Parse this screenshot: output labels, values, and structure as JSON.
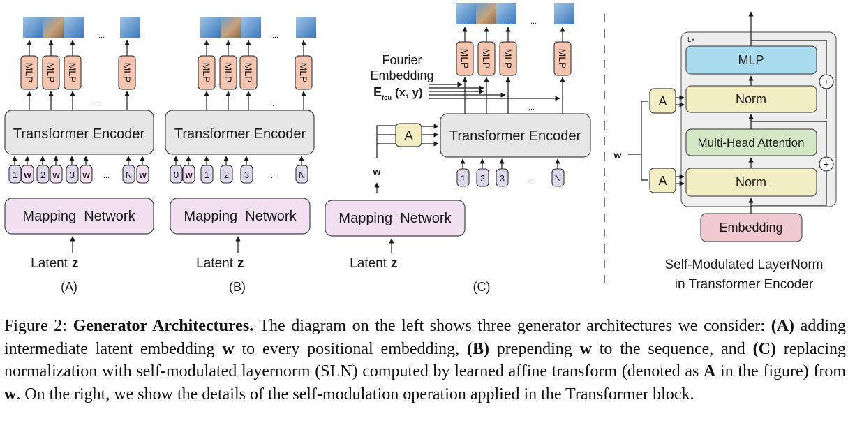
{
  "panels": [
    {
      "label": "(A)",
      "transformer": "Transformer Encoder",
      "mapping": "Mapping  Network",
      "latent": "Latent",
      "latent_var": "z",
      "mlp": "MLP",
      "tokens": [
        "1",
        "w",
        "2",
        "w",
        "3",
        "w",
        "N",
        "w"
      ]
    },
    {
      "label": "(B)",
      "transformer": "Transformer Encoder",
      "mapping": "Mapping  Network",
      "latent": "Latent",
      "latent_var": "z",
      "mlp": "MLP",
      "tokens": [
        "0",
        "w",
        "1",
        "2",
        "3",
        "N"
      ]
    },
    {
      "label": "(C)",
      "transformer": "Transformer Encoder",
      "mapping": "Mapping  Network",
      "latent": "Latent",
      "latent_var": "z",
      "mlp": "MLP",
      "tokens": [
        "1",
        "2",
        "3",
        "N"
      ],
      "fourier_line1": "Fourier",
      "fourier_line2": "Embedding",
      "efou_main": "E",
      "efou_sub": "fou",
      "efou_args": "(x, y)",
      "w_label": "w",
      "affine": "A"
    }
  ],
  "sln": {
    "lx": "Lx",
    "mlp": "MLP",
    "norm_top": "Norm",
    "mha": "Multi-Head Attention",
    "norm_bottom": "Norm",
    "embedding": "Embedding",
    "affine_top": "A",
    "affine_bottom": "A",
    "w_label": "w",
    "plus_top": "+",
    "plus_bottom": "+",
    "title_line1": "Self-Modulated LayerNorm",
    "title_line2": "in Transformer Encoder"
  },
  "ellipsis": "...",
  "caption": {
    "prefix": "Figure 2: ",
    "bold_title": "Generator Architectures.",
    "t1": " The diagram on the left shows three generator architectures we consider: ",
    "a": "(A)",
    "t2": " adding intermediate latent embedding ",
    "w1": "w",
    "t3": " to every positional embedding, ",
    "b": "(B)",
    "t4": " prepending ",
    "w2": "w",
    "t5": " to the sequence, and ",
    "c": "(C)",
    "t6": " replacing normalization with self-modulated layernorm (SLN) computed by learned affine transform (denoted as ",
    "a_bold": "A",
    "t7": " in the figure) from ",
    "w3": "w",
    "t8": ". On the right, we show the details of the self-modulation operation applied in the Transformer block."
  },
  "colors": {
    "mlp_fill": "#f6c5b0",
    "transformer_fill": "#e6e6e6",
    "mapping_fill": "#f1e0ef",
    "token_fill": "#ddd8ec",
    "w_fill": "#f3dcef",
    "affine_fill": "#f3edc3",
    "sln_mlp_fill": "#a9dcee",
    "sln_mha_fill": "#d2e8c4",
    "embedding_fill": "#f1c9d2",
    "patch_sky": "#4f8fcf"
  }
}
